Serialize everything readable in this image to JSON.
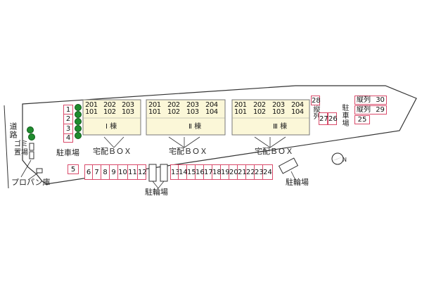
{
  "road_label": "道路",
  "garbage_label": "ゴミ置場",
  "propane_label": "プロパン庫",
  "parking_left_label": "駐車場",
  "parking_right_label": "駐車場",
  "delivery_box_label": "宅配ＢＯＸ",
  "bike_parking_label": "駐輪場",
  "tandem_label": "縦列",
  "buildings": [
    {
      "name": "Ⅰ 棟",
      "upper_units": [
        "201",
        "202",
        "203"
      ],
      "lower_units": [
        "101",
        "102",
        "103"
      ]
    },
    {
      "name": "Ⅱ 棟",
      "upper_units": [
        "201",
        "202",
        "203",
        "204"
      ],
      "lower_units": [
        "101",
        "102",
        "103",
        "104"
      ]
    },
    {
      "name": "Ⅲ 棟",
      "upper_units": [
        "201",
        "202",
        "203",
        "204"
      ],
      "lower_units": [
        "101",
        "102",
        "103",
        "104"
      ]
    }
  ],
  "parking": {
    "left_column": [
      "1",
      "2",
      "3",
      "4"
    ],
    "slot_5": "5",
    "bottom_row_a": [
      "6",
      "7",
      "8",
      "9",
      "10",
      "11",
      "12"
    ],
    "bottom_row_b": [
      "13",
      "14",
      "15",
      "16",
      "17",
      "18",
      "19",
      "20",
      "21",
      "22",
      "23",
      "24"
    ],
    "right_small": [
      "28",
      "27",
      "26"
    ],
    "tandem_rows": [
      {
        "label": "縦列",
        "number": "30"
      },
      {
        "label": "縦列",
        "number": "29"
      },
      {
        "label": "",
        "number": "25"
      }
    ]
  },
  "colors": {
    "site_outline": "#333333",
    "building_fill": "#fbf7d8",
    "parking_line": "#d94a6a",
    "tree": "#1f8c2e"
  },
  "icons": [
    "north-arrow-icon",
    "tree-icon"
  ]
}
